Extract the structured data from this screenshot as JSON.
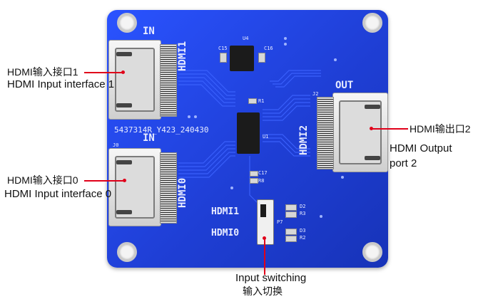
{
  "board": {
    "silkscreen": {
      "in_top": "IN",
      "in_bottom": "IN",
      "out": "OUT",
      "hdmi1_port": "HDMI1",
      "hdmi0_port": "HDMI0",
      "hdmi2_port": "HDMI2",
      "part_number": "5437314R_Y423_240430",
      "u4": "U4",
      "c15": "C15",
      "c16": "C16",
      "r1": "R1",
      "u1": "U1",
      "c17": "C17",
      "r8": "R8",
      "j2": "J2",
      "j0": "J0",
      "switch_hdmi1": "HDMI1",
      "switch_hdmi0": "HDMI0",
      "d2": "D2",
      "r3": "R3",
      "p7": "P7",
      "d3": "D3",
      "r2": "R2"
    }
  },
  "callouts": {
    "input1_cn": "HDMI输入接口1",
    "input1_en": "HDMI Input interface 1",
    "input0_cn": "HDMI输入接口0",
    "input0_en": "HDMI Input interface 0",
    "output2_cn": "HDMI输出口2",
    "output2_en_line1": "HDMI Output",
    "output2_en_line2": "port 2",
    "switch_en": "Input switching",
    "switch_cn": "输入切换"
  },
  "colors": {
    "board": "#1f3fd6",
    "pointer": "#e0001a"
  }
}
